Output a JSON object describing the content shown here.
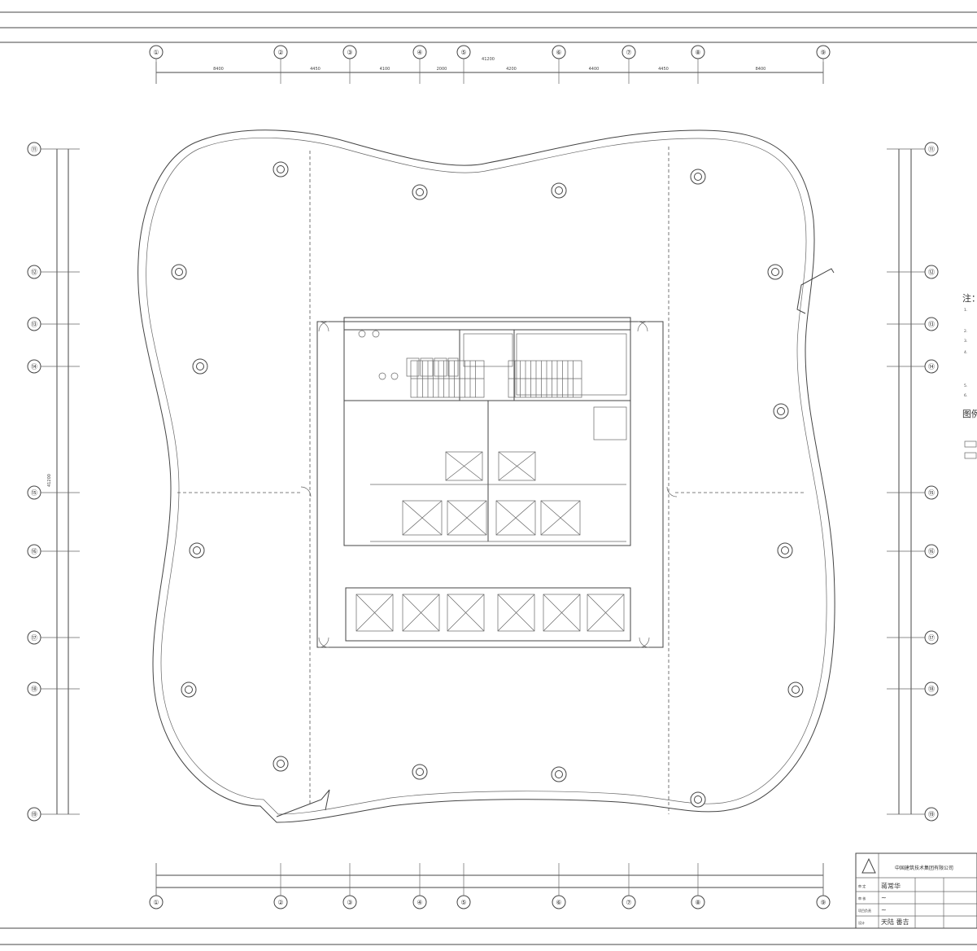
{
  "drawing": {
    "top_grid_labels": [
      "①",
      "②",
      "③",
      "④",
      "⑤",
      "⑥",
      "⑦",
      "⑧",
      "⑨"
    ],
    "top_dimension_segments": [
      "8400",
      "4450",
      "4100",
      "2000",
      "4200",
      "4400",
      "4450",
      "8400"
    ],
    "top_total": "41200",
    "left_grid_labels": [
      "⑪",
      "⑫",
      "⑬",
      "⑭",
      "⑮",
      "⑯",
      "⑰",
      "⑱",
      "⑲"
    ],
    "left_total": "41200",
    "note_heading": "注：",
    "legend_heading": "图例"
  },
  "title_block": {
    "institute_line": "中国建筑技术集团有限公司",
    "rows": [
      {
        "role": "审 定",
        "sign": "蒋常华"
      },
      {
        "role": "审 核",
        "sign": "~"
      },
      {
        "role": "项目负责",
        "sign": "~"
      },
      {
        "role": "设计",
        "sign": "天陆  番吉"
      }
    ]
  }
}
